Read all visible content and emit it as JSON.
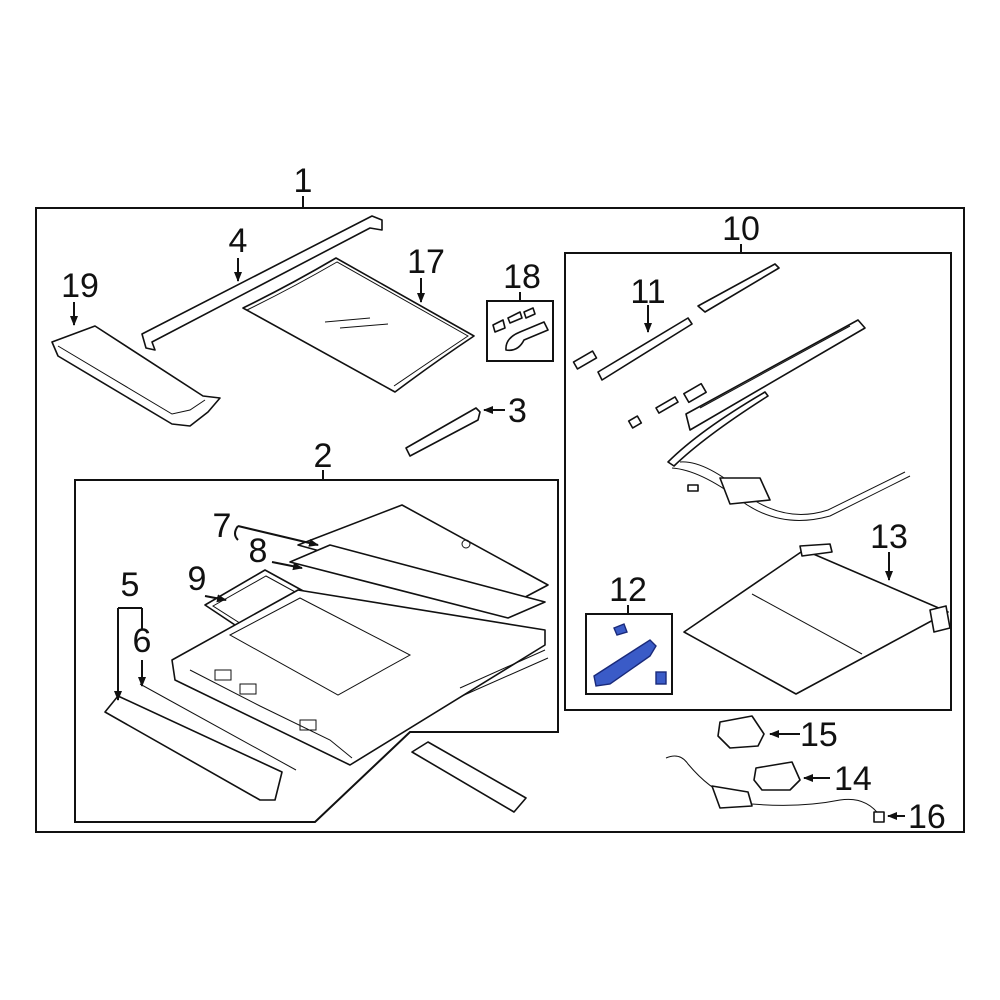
{
  "callouts": {
    "c1": "1",
    "c2": "2",
    "c3": "3",
    "c4": "4",
    "c5": "5",
    "c6": "6",
    "c7": "7",
    "c8": "8",
    "c9": "9",
    "c10": "10",
    "c11": "11",
    "c12": "12",
    "c13": "13",
    "c14": "14",
    "c15": "15",
    "c16": "16",
    "c17": "17",
    "c18": "18",
    "c19": "19"
  },
  "highlight_color": "#3a5bc7",
  "highlighted_part": "12"
}
